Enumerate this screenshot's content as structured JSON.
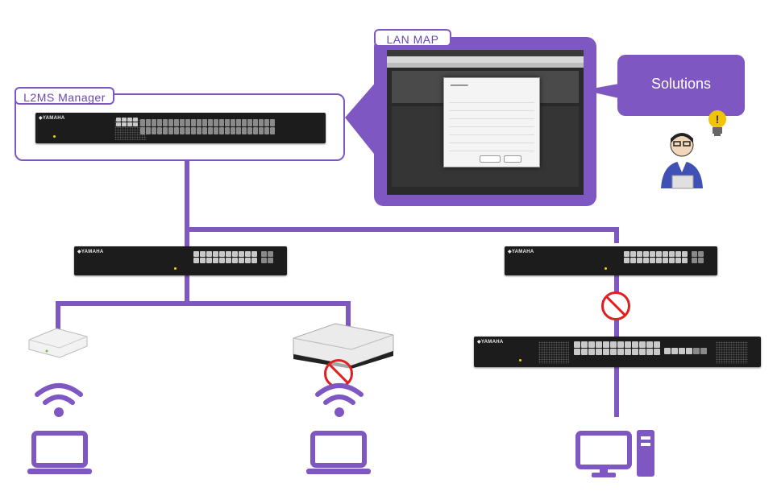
{
  "tags": {
    "lan_map": "LAN MAP",
    "l2ms_manager": "L2MS Manager"
  },
  "callout": {
    "solutions": "Solutions"
  },
  "colors": {
    "accent": "#7e57c2",
    "prohibit": "#e02020",
    "bulb": "#f2c400"
  },
  "icons": [
    "switch-icon",
    "access-point-icon",
    "wifi-icon",
    "laptop-icon",
    "desktop-pc-icon",
    "prohibited-icon",
    "person-icon",
    "lightbulb-icon"
  ]
}
